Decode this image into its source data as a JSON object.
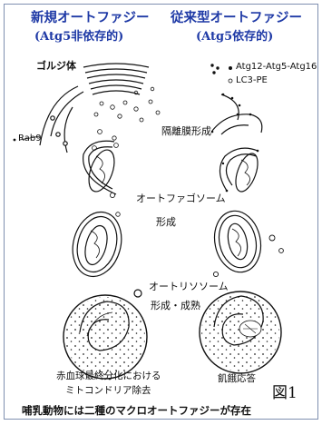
{
  "titles": {
    "left_main": "新規オートファジー",
    "left_sub": "(Atg5非依存的)",
    "right_main": "従来型オートファジー",
    "right_sub": "(Atg5依存的)"
  },
  "labels": {
    "golgi": "ゴルジ体",
    "rab9": "Rab9",
    "isolation_membrane": "隔離膜形成",
    "autophagosome_1": "オートファゴソーム",
    "autophagosome_2": "形成",
    "autolysosome_1": "オートリソソーム",
    "autolysosome_2": "形成・成熟",
    "left_caption_1": "赤血球最終分化における",
    "left_caption_2": "ミトコンドリア除去",
    "right_caption": "飢餓応答",
    "figure_label": "図1",
    "bottom_note": "哺乳動物には二種のマクロオートファジーが存在"
  },
  "legend": {
    "filled_dot": "Atg12-Atg5-Atg16",
    "open_dot": "LC3-PE"
  },
  "colors": {
    "title": "#1f3aa6",
    "line": "#111111"
  }
}
